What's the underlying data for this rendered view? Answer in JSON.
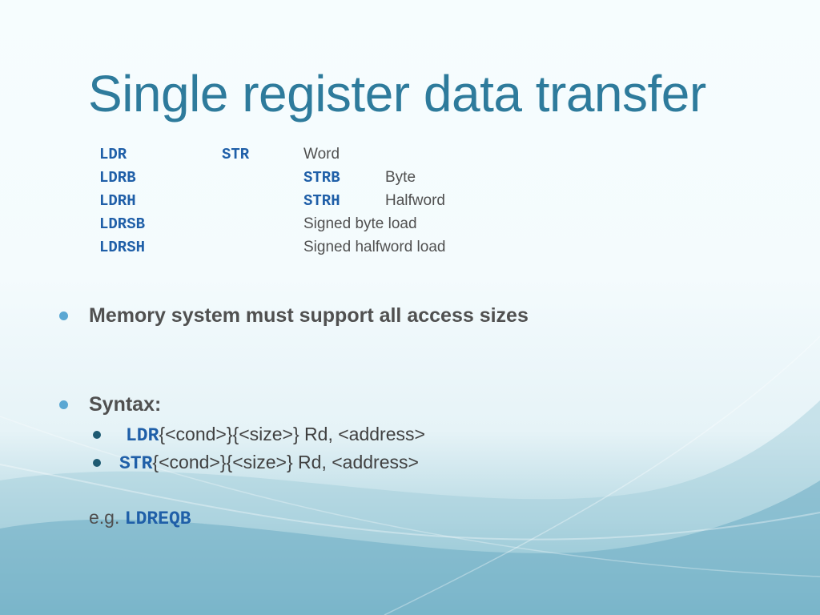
{
  "slide": {
    "title": "Single register data transfer",
    "register_table": {
      "rows": [
        {
          "load": "LDR",
          "store": "STR",
          "desc_col": "",
          "desc": "Word",
          "desc_pos": "c3"
        },
        {
          "load": "LDRB",
          "store": "",
          "store2": "STRB",
          "desc": "Byte"
        },
        {
          "load": "LDRH",
          "store": "",
          "store2": "STRH",
          "desc": "Halfword"
        },
        {
          "load": "LDRSB",
          "desc": "Signed byte load"
        },
        {
          "load": "LDRSH",
          "desc": "Signed halfword load"
        }
      ]
    },
    "bullets": [
      {
        "text": "Memory system must support all access sizes"
      },
      {
        "text": "Syntax:",
        "sub": [
          {
            "mnemonic": "LDR",
            "rest": "{<cond>}{<size>} Rd, <address>"
          },
          {
            "mnemonic": "STR",
            "rest": "{<cond>}{<size>} Rd, <address>"
          }
        ]
      }
    ],
    "example": {
      "prefix": "e.g.",
      "mnemonic": "LDREQB"
    },
    "colors": {
      "title": "#2e7b9c",
      "mnemonic": "#1f5fa8",
      "body_text": "#505050",
      "bullet_main": "#5aa7d3",
      "bullet_sub": "#1e5a72"
    }
  }
}
